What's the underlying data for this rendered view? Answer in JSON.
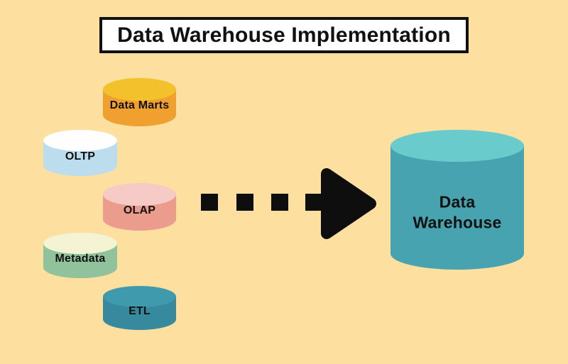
{
  "title": "Data Warehouse Implementation",
  "background_color": "#FDDFA0",
  "title_box": {
    "fill": "#FFFFFF",
    "border_color": "#111111"
  },
  "arrow": {
    "style": "dashed",
    "direction": "right",
    "dash_count": 4,
    "color": "#0E0E0E"
  },
  "cylinders": [
    {
      "id": "data-marts",
      "label": "Data Marts",
      "body_color": "#F0A02F",
      "top_color": "#F2C12B"
    },
    {
      "id": "oltp",
      "label": "OLTP",
      "body_color": "#BCDDED",
      "top_color": "#FEFEFE"
    },
    {
      "id": "olap",
      "label": "OLAP",
      "body_color": "#EC9C8D",
      "top_color": "#F6CBC5"
    },
    {
      "id": "metadata",
      "label": "Metadata",
      "body_color": "#90C29C",
      "top_color": "#F4F3D3"
    },
    {
      "id": "etl",
      "label": "ETL",
      "body_color": "#37899D",
      "top_color": "#3E9AAC"
    }
  ],
  "warehouse": {
    "label": "Data Warehouse",
    "lines": [
      "Data",
      "Warehouse"
    ],
    "body_color": "#47A3B0",
    "top_color": "#69CBCB"
  }
}
